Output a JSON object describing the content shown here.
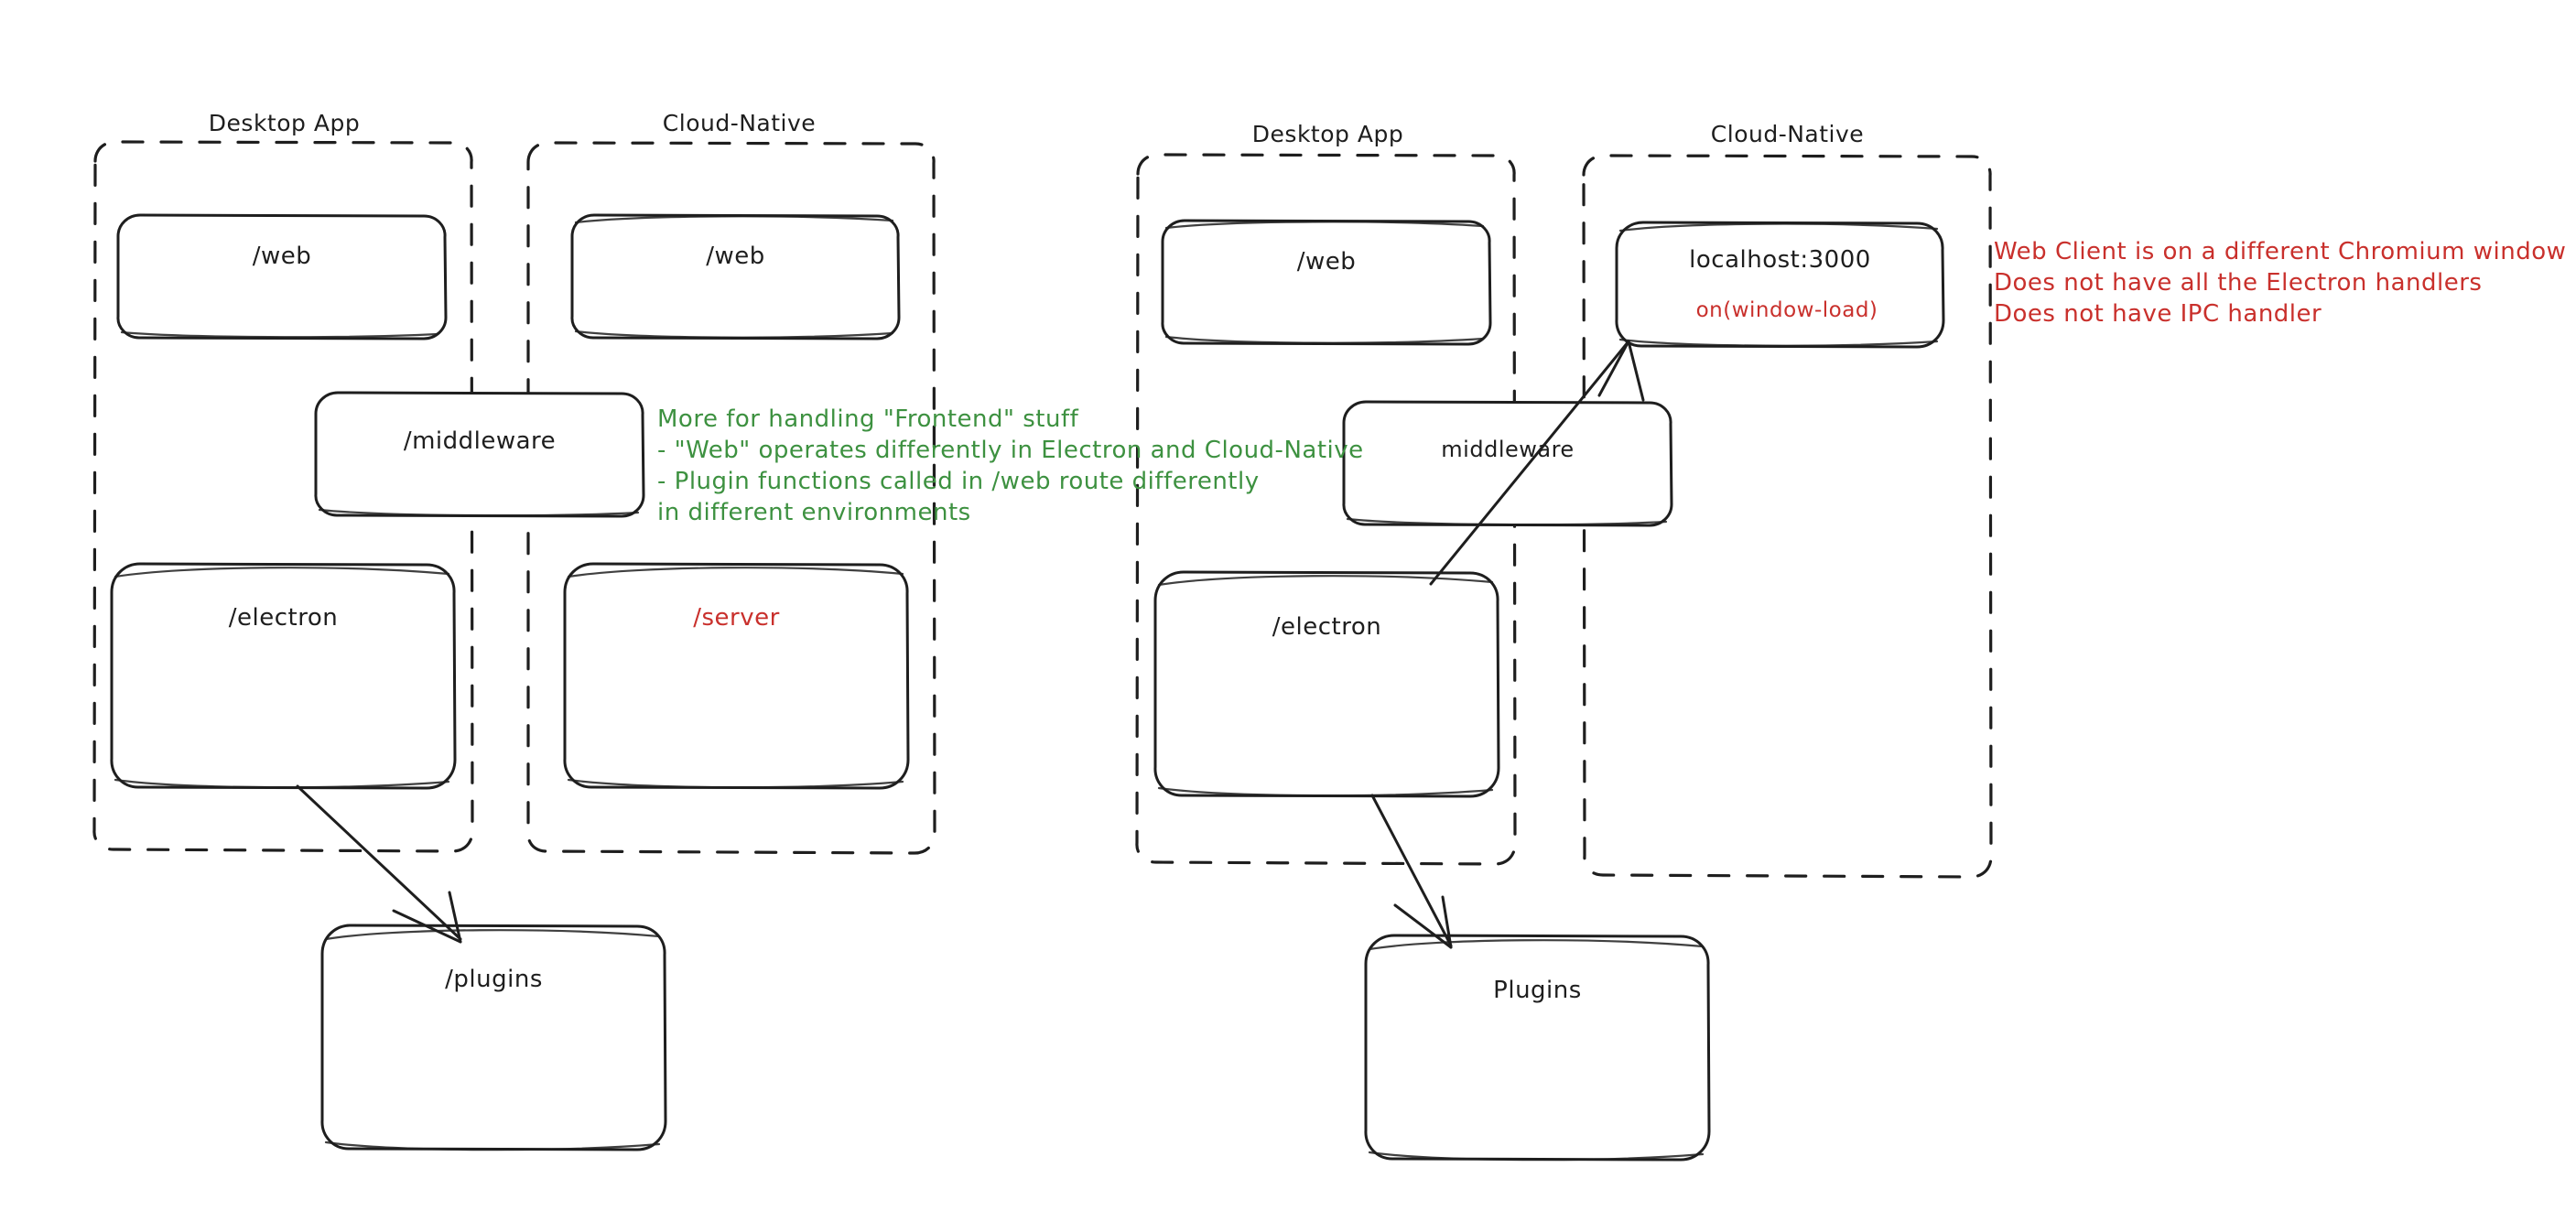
{
  "diagram": {
    "title_hidden": "",
    "style": "hand-drawn sketch (excalidraw)",
    "colors": {
      "stroke": "#1e1e1e",
      "green": "#3d9140",
      "red": "#c9302c",
      "background": "#ffffff"
    }
  },
  "left_diagram": {
    "groups": [
      {
        "id": "left-desktop-app",
        "label": "Desktop App"
      },
      {
        "id": "left-cloud-native",
        "label": "Cloud-Native"
      }
    ],
    "boxes": [
      {
        "id": "left-desktop-web",
        "label": "/web",
        "color": "black"
      },
      {
        "id": "left-cloud-web",
        "label": "/web",
        "color": "black"
      },
      {
        "id": "left-middleware",
        "label": "/middleware",
        "color": "black"
      },
      {
        "id": "left-electron",
        "label": "/electron",
        "color": "black"
      },
      {
        "id": "left-server",
        "label": "/server",
        "color": "red"
      },
      {
        "id": "left-plugins",
        "label": "/plugins",
        "color": "black"
      }
    ],
    "arrows": [
      {
        "id": "arrow-left-electron-to-plugins",
        "from": "left-electron",
        "to": "left-plugins"
      }
    ],
    "note_green": "More for handling \"Frontend\" stuff\n- \"Web\" operates differently in Electron and Cloud-Native\n- Plugin functions called in /web route differently\nin different environments"
  },
  "right_diagram": {
    "groups": [
      {
        "id": "right-desktop-app",
        "label": "Desktop App"
      },
      {
        "id": "right-cloud-native",
        "label": "Cloud-Native"
      }
    ],
    "boxes": [
      {
        "id": "right-desktop-web",
        "label": "/web",
        "color": "black"
      },
      {
        "id": "right-localhost",
        "label": "localhost:3000",
        "color": "black",
        "sublabel": "on(window-load)",
        "sublabel_color": "red"
      },
      {
        "id": "right-middleware",
        "label": "middleware",
        "color": "black"
      },
      {
        "id": "right-electron",
        "label": "/electron",
        "color": "black"
      },
      {
        "id": "right-plugins",
        "label": "Plugins",
        "color": "black"
      }
    ],
    "arrows": [
      {
        "id": "arrow-right-electron-to-localhost",
        "from": "right-electron",
        "to": "right-localhost"
      },
      {
        "id": "arrow-right-electron-to-plugins",
        "from": "right-electron",
        "to": "right-plugins"
      }
    ],
    "note_red": "Web Client is on a different Chromium window\nDoes not have all the Electron handlers\nDoes not have IPC handler"
  }
}
